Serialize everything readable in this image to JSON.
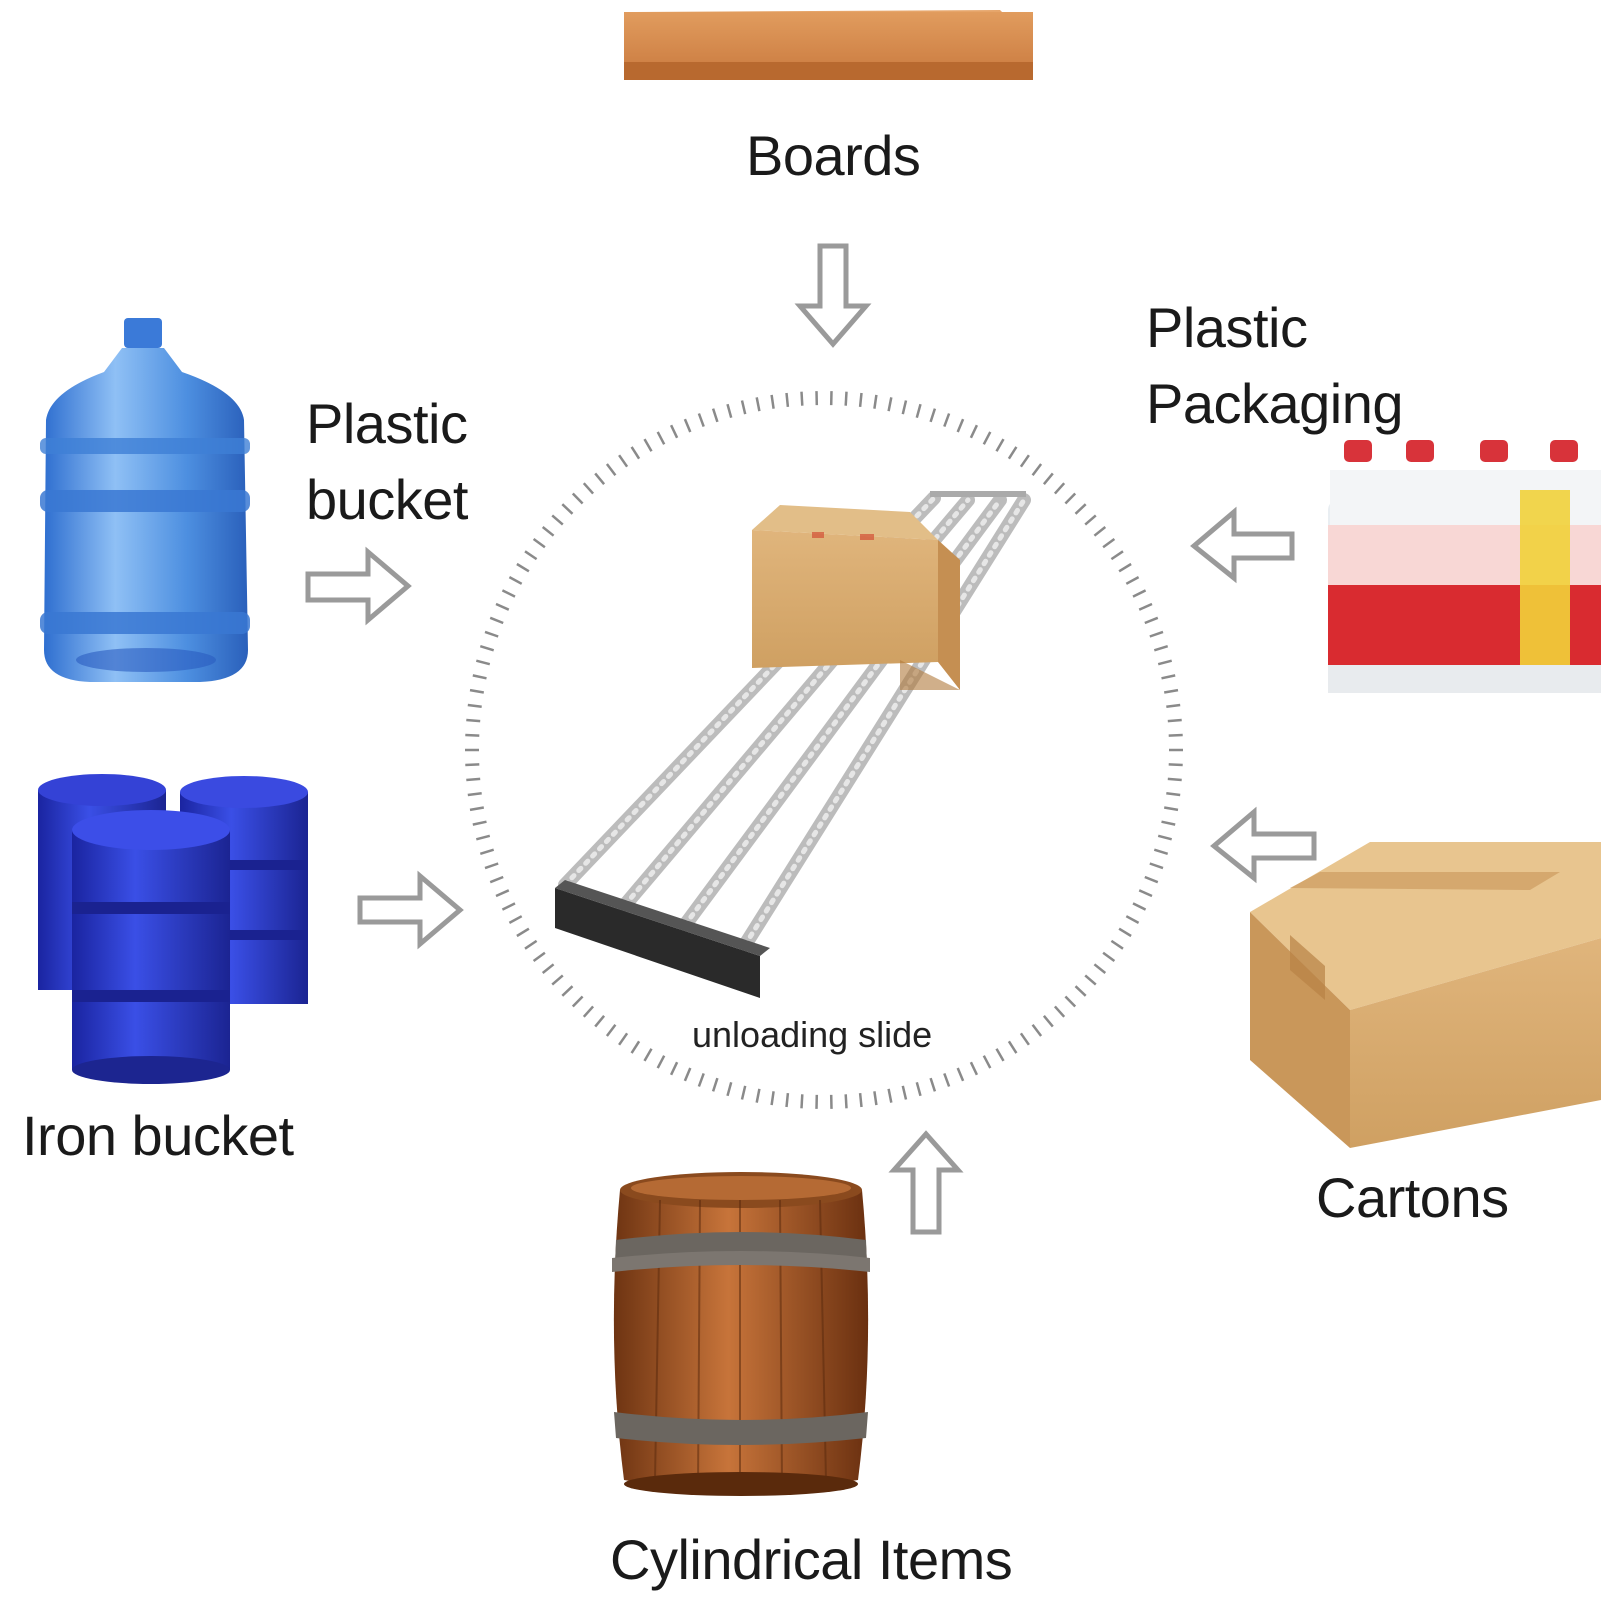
{
  "labels": {
    "boards": "Boards",
    "plastic_packaging_line1": "Plastic",
    "plastic_packaging_line2": "Packaging",
    "plastic_bucket_line1": "Plastic",
    "plastic_bucket_line2": "bucket",
    "iron_bucket": "Iron bucket",
    "cartons": "Cartons",
    "cylindrical_items": "Cylindrical Items",
    "center": "unloading slide"
  },
  "colors": {
    "arrow_stroke": "#9a9a9a",
    "tick": "#8a8a8a",
    "board": "#c8773c",
    "water_jug": "#4d8fe0",
    "drum": "#2434c8",
    "carton": "#d9ad72",
    "barrel_wood": "#a85a28",
    "bottle_label": "#e03a3a"
  },
  "icons": [
    "board-icon",
    "water-jug-icon",
    "steel-drums-icon",
    "bottle-pack-icon",
    "carton-box-icon",
    "wooden-barrel-icon",
    "roller-slide-icon"
  ]
}
